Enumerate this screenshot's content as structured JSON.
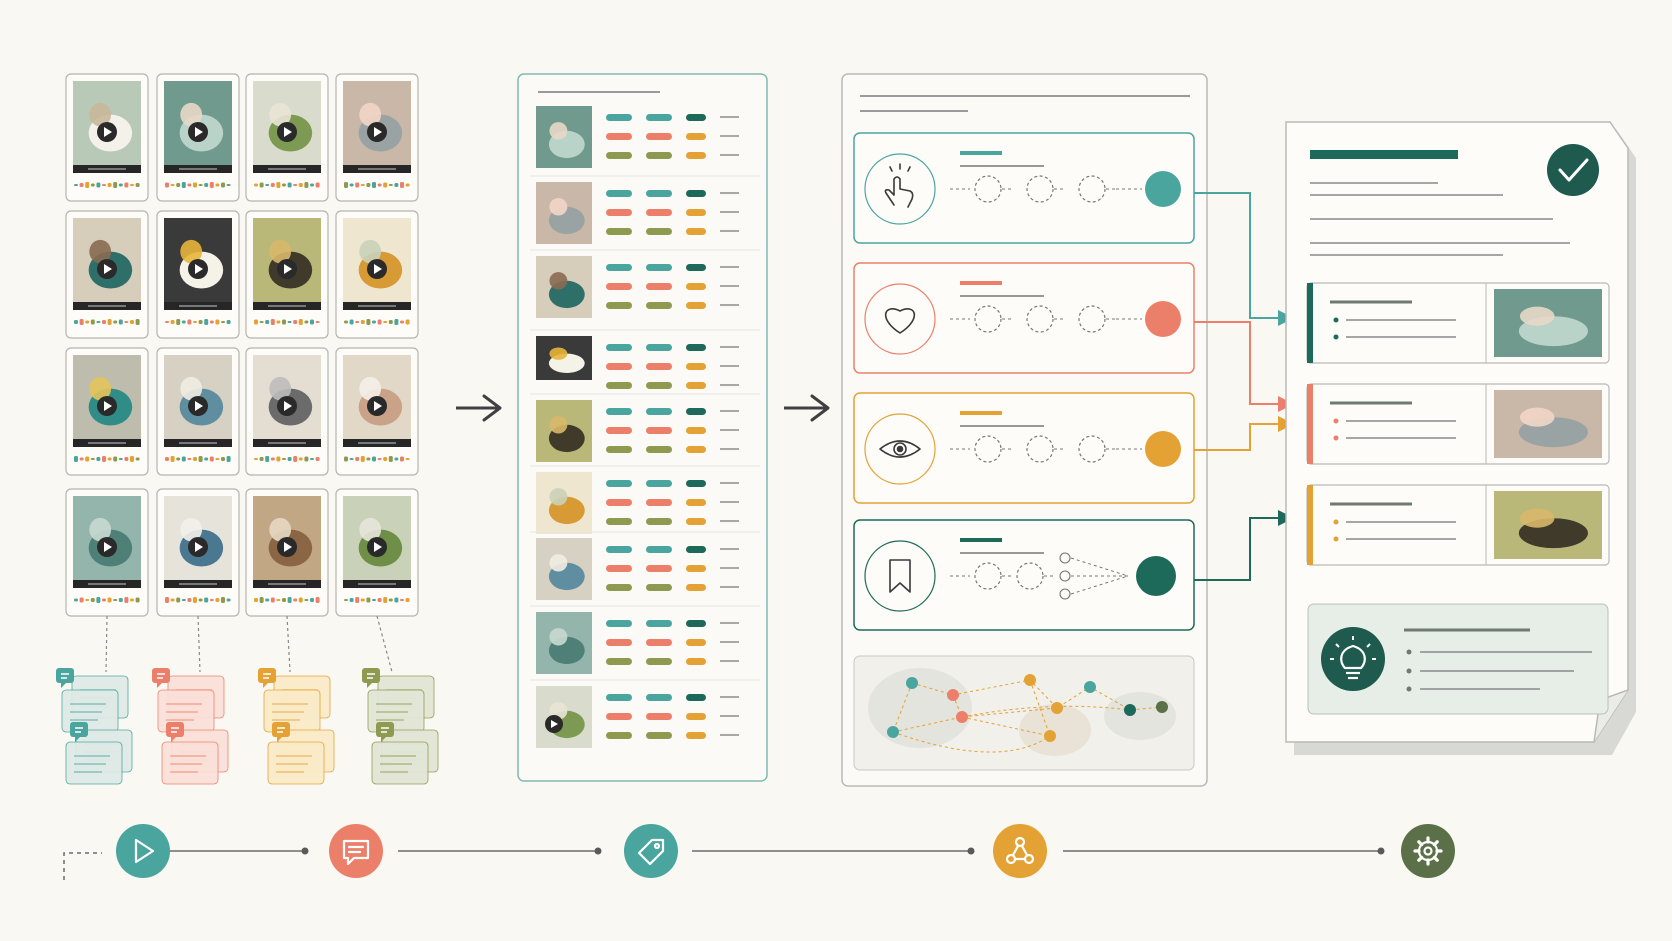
{
  "colors": {
    "background": "#faf8f3",
    "teal": "#4aa59e",
    "coral": "#ec7f6a",
    "amber": "#e3a233",
    "olive": "#8e9a4f",
    "dark_green": "#1e6a5a",
    "moss": "#5b7049",
    "ink": "#404040"
  },
  "video_grid": {
    "rows": 4,
    "columns": 4,
    "thumbnails": [
      "teacup",
      "zipper",
      "plant-pot",
      "can-opener",
      "sneakers",
      "fried-egg-pan",
      "bottle-bag-strap",
      "iced-drink",
      "sponge",
      "glass-jar",
      "metal-tool",
      "bowl-food",
      "folded-towels",
      "rice-cooker",
      "cooking-pot",
      "leafy-plant"
    ]
  },
  "comment_groups": [
    {
      "icon": "comment-icon",
      "color": "teal"
    },
    {
      "icon": "comment-icon",
      "color": "coral"
    },
    {
      "icon": "comment-icon",
      "color": "amber"
    },
    {
      "icon": "comment-icon",
      "color": "olive"
    }
  ],
  "tag_list": {
    "rows": 9,
    "thumbnails": [
      "zipper",
      "can-opener",
      "sneakers",
      "fried-egg-pan",
      "bottle-bag-strap",
      "iced-drink",
      "glass-jar",
      "folded-towels",
      "plant-pot"
    ]
  },
  "signal_rows": [
    {
      "icon": "tap-gesture-icon",
      "color": "teal"
    },
    {
      "icon": "heart-icon",
      "color": "coral"
    },
    {
      "icon": "eye-icon",
      "color": "amber"
    },
    {
      "icon": "bookmark-icon",
      "color": "dark_green"
    }
  ],
  "report": {
    "check_icon": "check-icon",
    "items": [
      {
        "accent": "dark_green",
        "thumbnail": "zipper"
      },
      {
        "accent": "coral",
        "thumbnail": "can-opener"
      },
      {
        "accent": "amber",
        "thumbnail": "bottle-bag-strap"
      }
    ],
    "insight_icon": "lightbulb-icon"
  },
  "pipeline_steps": [
    {
      "icon": "play-icon",
      "color": "teal"
    },
    {
      "icon": "comment-icon",
      "color": "coral"
    },
    {
      "icon": "tag-icon",
      "color": "teal"
    },
    {
      "icon": "network-icon",
      "color": "amber"
    },
    {
      "icon": "gear-icon",
      "color": "moss"
    }
  ]
}
